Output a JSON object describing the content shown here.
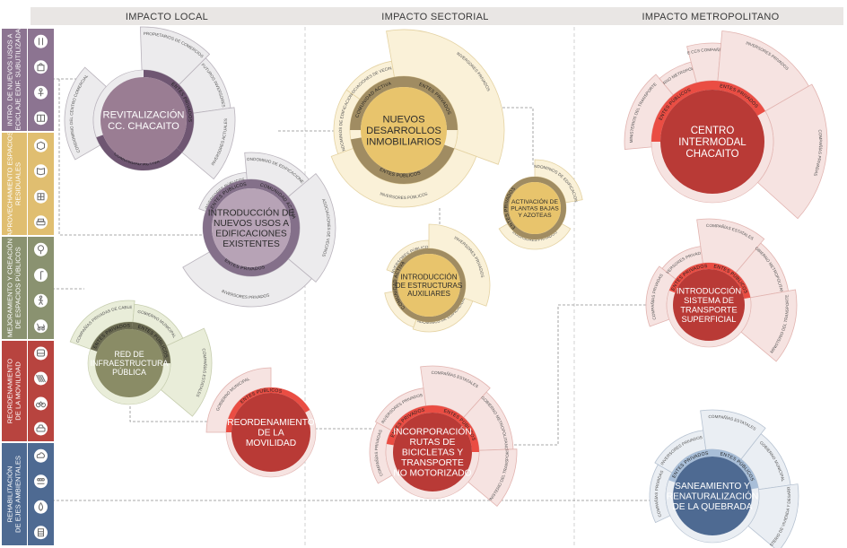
{
  "columns": [
    {
      "label": "IMPACTO LOCAL"
    },
    {
      "label": "IMPACTO SECTORIAL"
    },
    {
      "label": "IMPACTO METROPOLITANO"
    }
  ],
  "categories": [
    {
      "lines": [
        "INTRO. DE NUEVOS USOS A",
        "RECICLAJE EDIF. SUBUTILIZADAS"
      ],
      "color": "#8c7491",
      "icons": [
        "fork-knife-icon",
        "shopping-bag-icon",
        "person-icon",
        "book-icon"
      ]
    },
    {
      "lines": [
        "APROVECHAMIENTO ESPACIOS",
        "RESIDUALES"
      ],
      "color": "#e0be70",
      "icons": [
        "cube-icon",
        "book-open-icon",
        "grid-icon",
        "sofa-icon"
      ]
    },
    {
      "lines": [
        "MEJORAMIENTO Y CREACIÓN",
        "DE ESPACIOS PÚBLICOS"
      ],
      "color": "#8a9270",
      "icons": [
        "tree-icon",
        "lamp-icon",
        "walking-icon",
        "stroller-icon"
      ]
    },
    {
      "lines": [
        "REORDENAMIENTO",
        "DE LA MOVILIDAD"
      ],
      "color": "#b8443f",
      "icons": [
        "bus-icon",
        "hatch-icon",
        "bicycle-icon",
        "car-icon"
      ]
    },
    {
      "lines": [
        "REHABILITACIÓN",
        "DE EJES AMBIENTALES"
      ],
      "color": "#4e6a92",
      "icons": [
        "cloud-icon",
        "group-icon",
        "drop-icon",
        "building-icon"
      ]
    }
  ],
  "projects": [
    {
      "id": "revitalizacion",
      "name": [
        "REVITALIZACIÓN",
        "CC. CHACAITO"
      ],
      "colors": {
        "core": "#9a7d93",
        "band": "#6f5672",
        "seg": "#ecebed",
        "stroke": "#b9b3bc"
      },
      "bands": [
        {
          "label": "ENTES PRIVADOS"
        },
        {
          "label": "COMUNIDAD ACTIVA"
        }
      ],
      "segments": [
        {
          "label": "PROPIETARIOS DE COMERCIOS"
        },
        {
          "label": "FUTUROS INVERSORES"
        },
        {
          "label": "INVERSORES ACTUALES"
        },
        {
          "label": "CONDOMINIO DEL CENTRO COMERCIAL"
        }
      ]
    },
    {
      "id": "introduccion-usos",
      "name": [
        "INTRODUCCIÓN DE",
        "NUEVOS USOS A",
        "EDIFICACIONES",
        "EXISTENTES"
      ],
      "colors": {
        "core": "#b7a3b6",
        "band": "#84708a",
        "seg": "#ecebed",
        "stroke": "#b9b3bc"
      },
      "bands": [
        {
          "label": "ENTES PÚBLICOS"
        },
        {
          "label": "COMUNIDAD ACTIVA"
        },
        {
          "label": "ENTES PRIVADOS"
        }
      ],
      "segments": [
        {
          "label": "INVERSORES PÚBLICOS"
        },
        {
          "label": "CONDOMINIO DE EDIFICACIONES"
        },
        {
          "label": "ASOCIACIONES DE VECINOS"
        },
        {
          "label": "INVERSORES PRIVADOS"
        }
      ]
    },
    {
      "id": "nuevos-desarrollos",
      "name": [
        "NUEVOS",
        "DESARROLLOS",
        "INMOBILIARIOS"
      ],
      "colors": {
        "core": "#e8c46c",
        "band": "#a08c62",
        "seg": "#faf1d8",
        "stroke": "#e4d2a2"
      },
      "bands": [
        {
          "label": "COMUNIDAD ACTIVA"
        },
        {
          "label": "ENTES PRIVADOS"
        },
        {
          "label": "ENTES PÚBLICOS"
        }
      ],
      "segments": [
        {
          "label": "ASOCIACIONES DE VECINOS"
        },
        {
          "label": "CONDOMINIOS DE EDIFICACIONES"
        },
        {
          "label": "INVERSORES PRIVADOS"
        },
        {
          "label": "INVERSORES PÚBLICOS"
        }
      ]
    },
    {
      "id": "activacion-plantas",
      "name": [
        "ACTIVACIÓN DE",
        "PLANTAS BAJAS",
        "Y AZOTEAS"
      ],
      "colors": {
        "core": "#e8c46c",
        "band": "#a08c62",
        "seg": "#faf1d8",
        "stroke": "#e4d2a2"
      },
      "bands": [
        {
          "label": "ENTES PRIVADOS"
        }
      ],
      "segments": [
        {
          "label": "CONDOMINIOS DE EDIFICACIONES"
        },
        {
          "label": "INVERSORES PRIVADOS"
        }
      ]
    },
    {
      "id": "estructuras-auxiliares",
      "name": [
        "INTRODUCCIÓN",
        "DE ESTRUCTURAS",
        "AUXILIARES"
      ],
      "colors": {
        "core": "#e8c46c",
        "band": "#a08c62",
        "seg": "#faf1d8",
        "stroke": "#e4d2a2"
      },
      "bands": [
        {
          "label": "COMUNIDAD ACTIVA"
        }
      ],
      "segments": [
        {
          "label": "INVERSORES PÚBLICOS"
        },
        {
          "label": "INVERSORES PRIVADOS"
        },
        {
          "label": "ASOCIACIONES DE VECINOS"
        },
        {
          "label": "CONDOMINIOS DE EDIFICACIONES"
        }
      ]
    },
    {
      "id": "red-infraestructura",
      "name": [
        "RED DE",
        "INFRAESTRUCTURA",
        "PÚBLICA"
      ],
      "colors": {
        "core": "#8a8c66",
        "band": "#6b6b52",
        "seg": "#e9edd9",
        "stroke": "#c6cdae"
      },
      "bands": [
        {
          "label": "ENTES PRIVADOS"
        },
        {
          "label": "ENTES PÚBLICOS"
        }
      ],
      "segments": [
        {
          "label": "COMPAÑÍAS PRIVADAS DE CABLE"
        },
        {
          "label": "GOBIERNO MUNICIPAL"
        },
        {
          "label": "COMPAÑÍAS ESTATALES"
        }
      ]
    },
    {
      "id": "reordenamiento",
      "name": [
        "REORDENAMIENTO",
        "DE LA",
        "MOVILIDAD"
      ],
      "colors": {
        "core": "#b93a36",
        "band": "#ea4d43",
        "seg": "#f6e3e1",
        "stroke": "#e2b4b0"
      },
      "bands": [
        {
          "label": "ENTES PÚBLICOS"
        }
      ],
      "segments": [
        {
          "label": "GOBIERNO MUNICIPAL"
        }
      ]
    },
    {
      "id": "bicicletas",
      "name": [
        "INCORPORACIÓN",
        "RUTAS DE",
        "BICICLETAS Y",
        "TRANSPORTE",
        "NO MOTORIZADO"
      ],
      "colors": {
        "core": "#b93a36",
        "band": "#ea4d43",
        "seg": "#f6e3e1",
        "stroke": "#e2b4b0"
      },
      "bands": [
        {
          "label": "ENTES PRIVADOS"
        },
        {
          "label": "ENTES PÚBLICOS"
        }
      ],
      "segments": [
        {
          "label": "COMPAÑÍAS PRIVADAS"
        },
        {
          "label": "INVERSORES PRIVADOS"
        },
        {
          "label": "COMPAÑÍAS ESTATALES"
        },
        {
          "label": "GOBIERNO METROPOLITANO"
        },
        {
          "label": "MINISTERIO DEL TRANSPORTE"
        }
      ]
    },
    {
      "id": "centro-intermodal",
      "name": [
        "CENTRO",
        "INTERMODAL",
        "CHACAITO"
      ],
      "colors": {
        "core": "#b93a36",
        "band": "#ea4d43",
        "seg": "#f6e3e1",
        "stroke": "#e2b4b0"
      },
      "bands": [
        {
          "label": "ENTES PÚBLICOS"
        },
        {
          "label": "ENTES PRIVADOS"
        }
      ],
      "segments": [
        {
          "label": "MINISTERIOS DEL TRANSPORTE"
        },
        {
          "label": "GOBIERNO METROPOLITANO"
        },
        {
          "label": "C.A. METRO DE CCS COMPAÑÍAS ESTATALES"
        },
        {
          "label": "INVERSORES PRIVADOS"
        },
        {
          "label": "COMPAÑÍAS PRIVADAS"
        }
      ]
    },
    {
      "id": "transporte-superficial",
      "name": [
        "INTRODUCCIÓN",
        "SISTEMA DE",
        "TRANSPORTE",
        "SUPERFICIAL"
      ],
      "colors": {
        "core": "#b93a36",
        "band": "#ea4d43",
        "seg": "#f6e3e1",
        "stroke": "#e2b4b0"
      },
      "bands": [
        {
          "label": "ENTES PRIVADOS"
        },
        {
          "label": "ENTES PÚBLICOS"
        }
      ],
      "segments": [
        {
          "label": "COMPAÑÍAS PRIVADAS"
        },
        {
          "label": "INVERSORES PRIVADOS"
        },
        {
          "label": "COMPAÑÍAS ESTATALES"
        },
        {
          "label": "GOBIERNO METROPOLITANO"
        },
        {
          "label": "MINISTERIO DEL TRANSPORTE"
        }
      ]
    },
    {
      "id": "saneamiento",
      "name": [
        "SANEAMIENTO Y",
        "RENATURALIZACIÓN",
        "DE LA QUEBRADA"
      ],
      "colors": {
        "core": "#4e6a92",
        "band": "#a8bed8",
        "seg": "#eaeef3",
        "stroke": "#b6c2d1"
      },
      "bands": [
        {
          "label": "ENTES PRIVADOS"
        },
        {
          "label": "ENTES PÚBLICOS"
        }
      ],
      "segments": [
        {
          "label": "COMPAÑÍAS PRIVADAS"
        },
        {
          "label": "INVERSORES PRIVADOS"
        },
        {
          "label": "COMPAÑÍAS ESTATALES"
        },
        {
          "label": "GOBIERNO MUNICIPAL"
        },
        {
          "label": "MINISTERIO DE VIVIENDA Y DESARROLLO"
        }
      ]
    }
  ]
}
